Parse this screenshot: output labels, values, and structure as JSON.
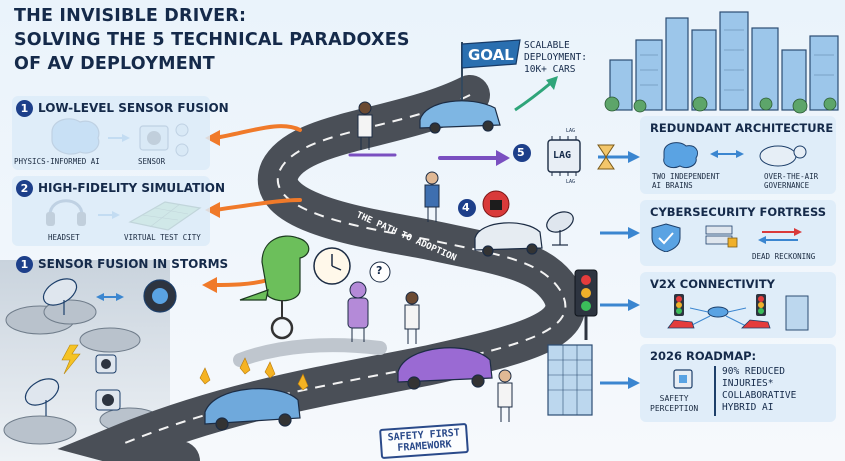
{
  "title": {
    "line1": "THE INVISIBLE DRIVER:",
    "line2": "SOLVING THE 5 TECHNICAL PARADOXES",
    "line3": "OF AV DEPLOYMENT"
  },
  "goal": {
    "flag": "GOAL",
    "caption_l1": "SCALABLE",
    "caption_l2": "DEPLOYMENT:",
    "caption_l3": "10K+ CARS"
  },
  "road": {
    "label": "THE PATH TO ADOPTION",
    "stamp_l1": "SAFETY FIRST",
    "stamp_l2": "FRAMEWORK"
  },
  "left": {
    "s1": {
      "num": "1",
      "title": "LOW-LEVEL SENSOR FUSION",
      "cap_ai": "PHYSICS-INFORMED AI",
      "cap_sensor": "SENSOR"
    },
    "s2": {
      "num": "2",
      "title": "HIGH-FIDELITY SIMULATION",
      "cap_headset": "HEADSET",
      "cap_city": "VIRTUAL TEST CITY"
    },
    "s3": {
      "num": "1",
      "title": "SENSOR FUSION IN STORMS"
    }
  },
  "center": {
    "num5": "5",
    "num4": "4",
    "chip": "LAG",
    "chip_top": "LAG",
    "chip_bottom": "LAG",
    "question": "?"
  },
  "right": {
    "redundant": {
      "title": "REDUNDANT ARCHITECTURE",
      "cap1_l1": "TWO INDEPENDENT",
      "cap1_l2": "AI BRAINS",
      "cap2_l1": "OVER-THE-AIR",
      "cap2_l2": "GOVERNANCE"
    },
    "cyber": {
      "title": "CYBERSECURITY FORTRESS",
      "cap": "DEAD RECKONING"
    },
    "v2x": {
      "title": "V2X CONNECTIVITY"
    },
    "roadmap": {
      "title": "2026 ROADMAP:",
      "cap_l1": "SAFETY",
      "cap_l2": "PERCEPTION",
      "bullet1_l1": "90% REDUCED",
      "bullet1_l2": "INJURIES*",
      "bullet2_l1": "COLLABORATIVE",
      "bullet2_l2": "HYBRID AI"
    }
  },
  "colors": {
    "navy": "#152a4a",
    "accent_blue": "#1d3f8a",
    "orange": "#f07a2a",
    "purple": "#7a4fc0",
    "road": "#4a4f57",
    "goal_flag": "#2a6fb0"
  }
}
